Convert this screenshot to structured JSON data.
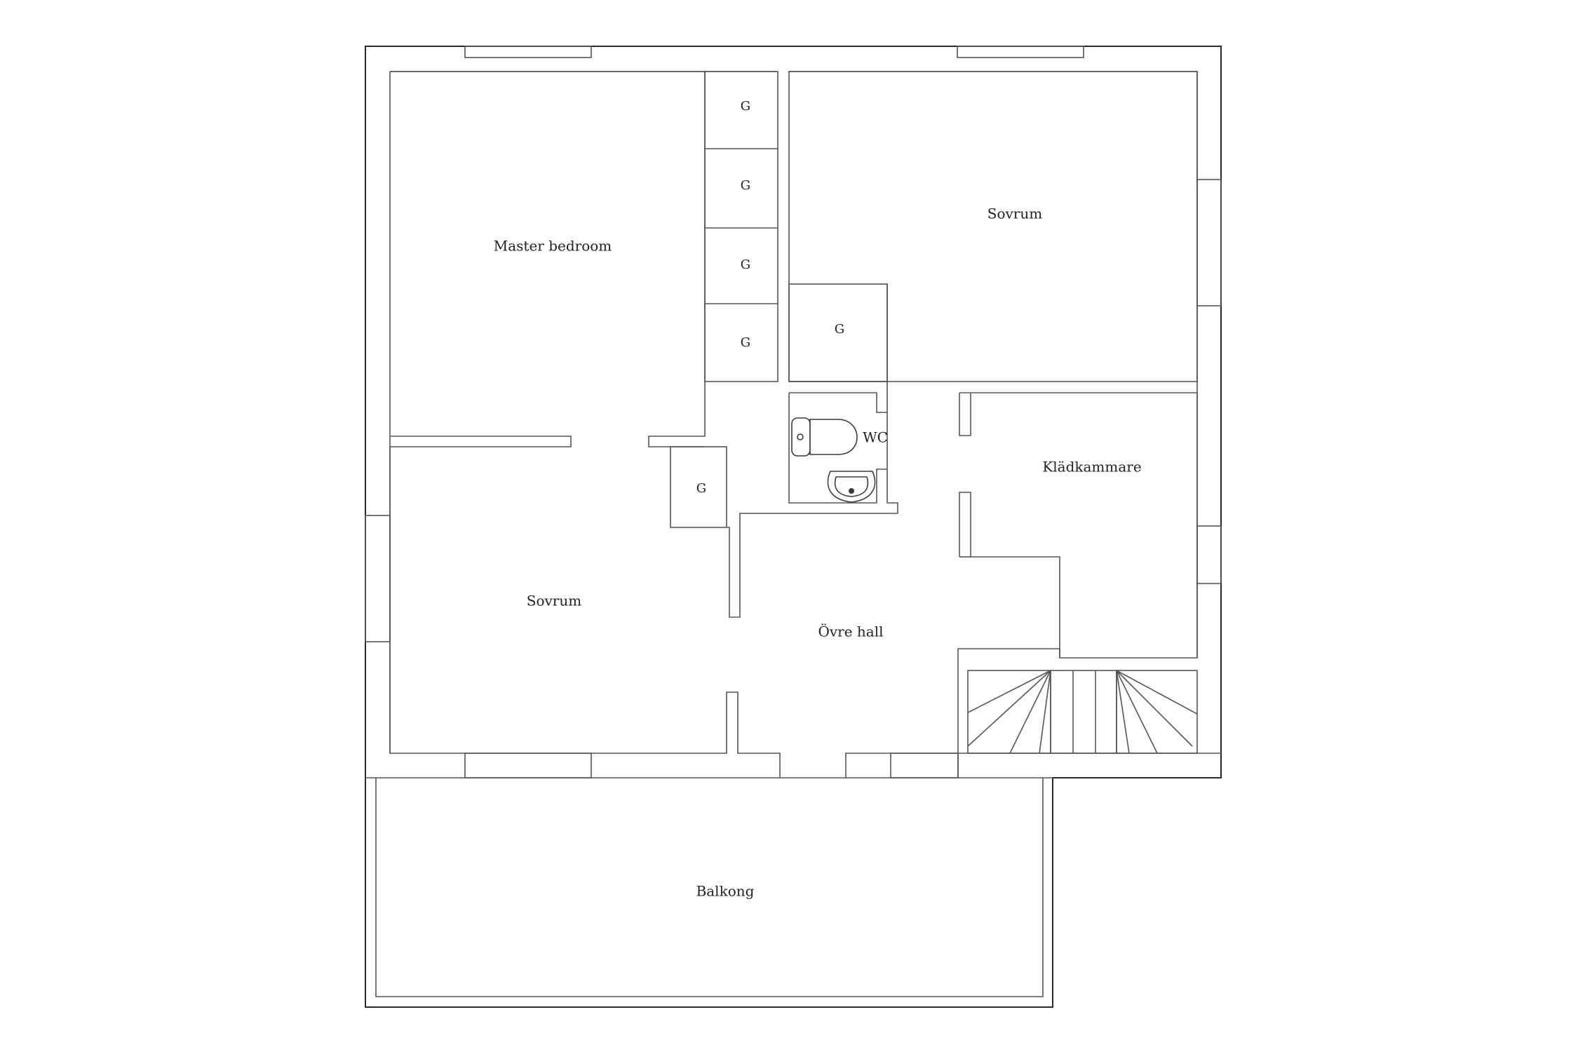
{
  "rooms": {
    "master_bedroom": "Master bedroom",
    "sovrum_top": "Sovrum",
    "sovrum_bottom": "Sovrum",
    "wc": "WC",
    "kladkammare": "Klädkammare",
    "ovre_hall": "Övre hall",
    "balkong": "Balkong"
  },
  "closets": {
    "label": "G",
    "closet_1": "G",
    "closet_2": "G",
    "closet_3": "G",
    "closet_4": "G",
    "closet_5": "G",
    "closet_6": "G"
  }
}
